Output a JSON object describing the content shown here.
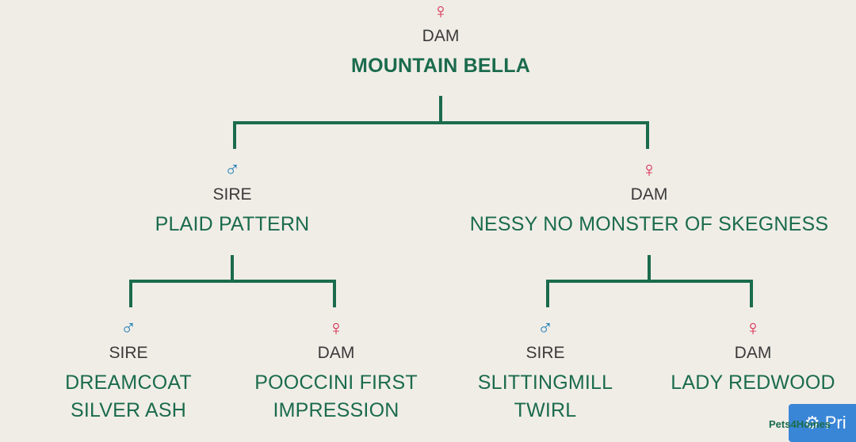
{
  "root": {
    "symbol": "♀",
    "role": "DAM",
    "name": "MOUNTAIN BELLA"
  },
  "level1": [
    {
      "symbol": "♂",
      "role": "SIRE",
      "name": "PLAID PATTERN"
    },
    {
      "symbol": "♀",
      "role": "DAM",
      "name": "NESSY NO MONSTER OF SKEGNESS"
    }
  ],
  "level2": [
    {
      "symbol": "♂",
      "role": "SIRE",
      "name_line1": "DREAMCOAT",
      "name_line2": "SILVER ASH"
    },
    {
      "symbol": "♀",
      "role": "DAM",
      "name_line1": "POOCCINI FIRST",
      "name_line2": "IMPRESSION"
    },
    {
      "symbol": "♂",
      "role": "SIRE",
      "name_line1": "SLITTINGMILL",
      "name_line2": "TWIRL"
    },
    {
      "symbol": "♀",
      "role": "DAM",
      "name_line1": "LADY REDWOOD",
      "name_line2": ""
    }
  ],
  "logo_text": "Pets4Homes",
  "button": {
    "label": "Pri",
    "icon": "gear-icon"
  },
  "colors": {
    "line": "#1b6b4d",
    "female": "#d8284c",
    "male": "#1f7fb5",
    "background": "#f0ede7"
  }
}
